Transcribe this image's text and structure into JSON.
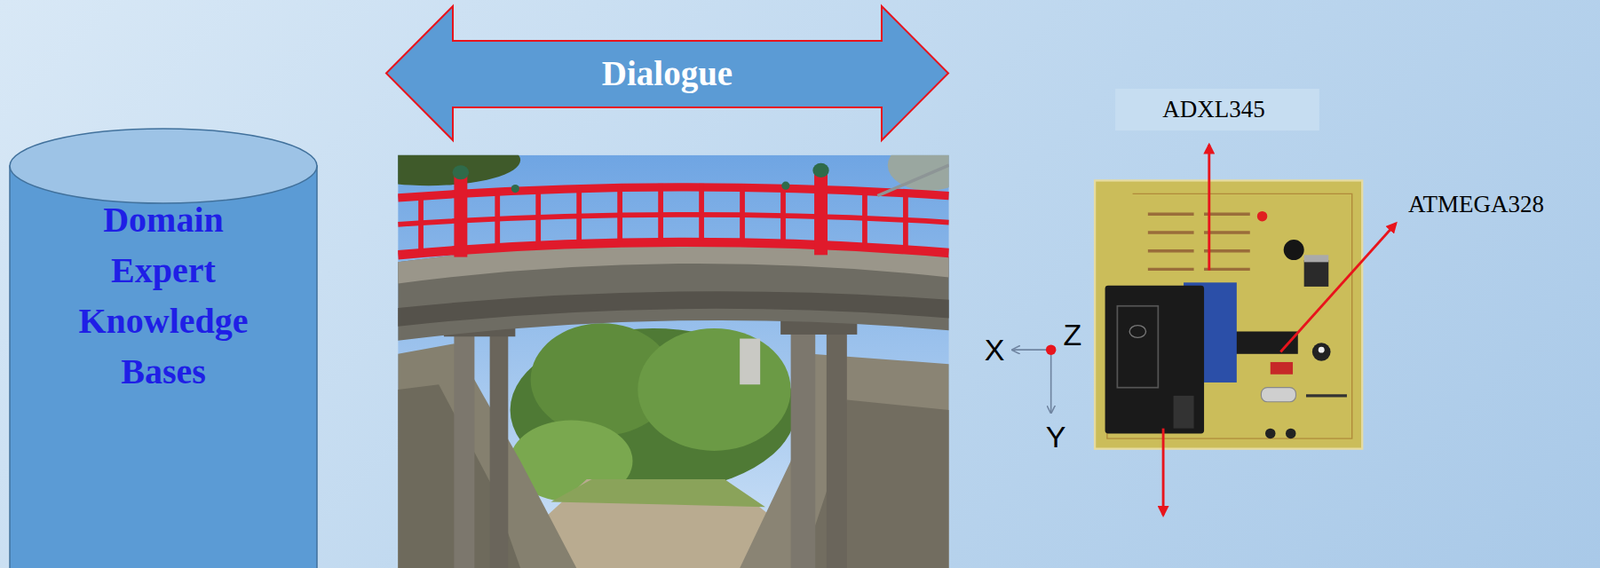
{
  "diagram": {
    "nodes": [
      {
        "text": [
          "Domain Expert Knowledge Bases"
        ]
      },
      {
        "text": [
          "Dialogue"
        ]
      }
    ],
    "labels": [
      "ADXL345",
      "ATMEGA328",
      "X",
      "Z",
      "Y"
    ]
  }
}
